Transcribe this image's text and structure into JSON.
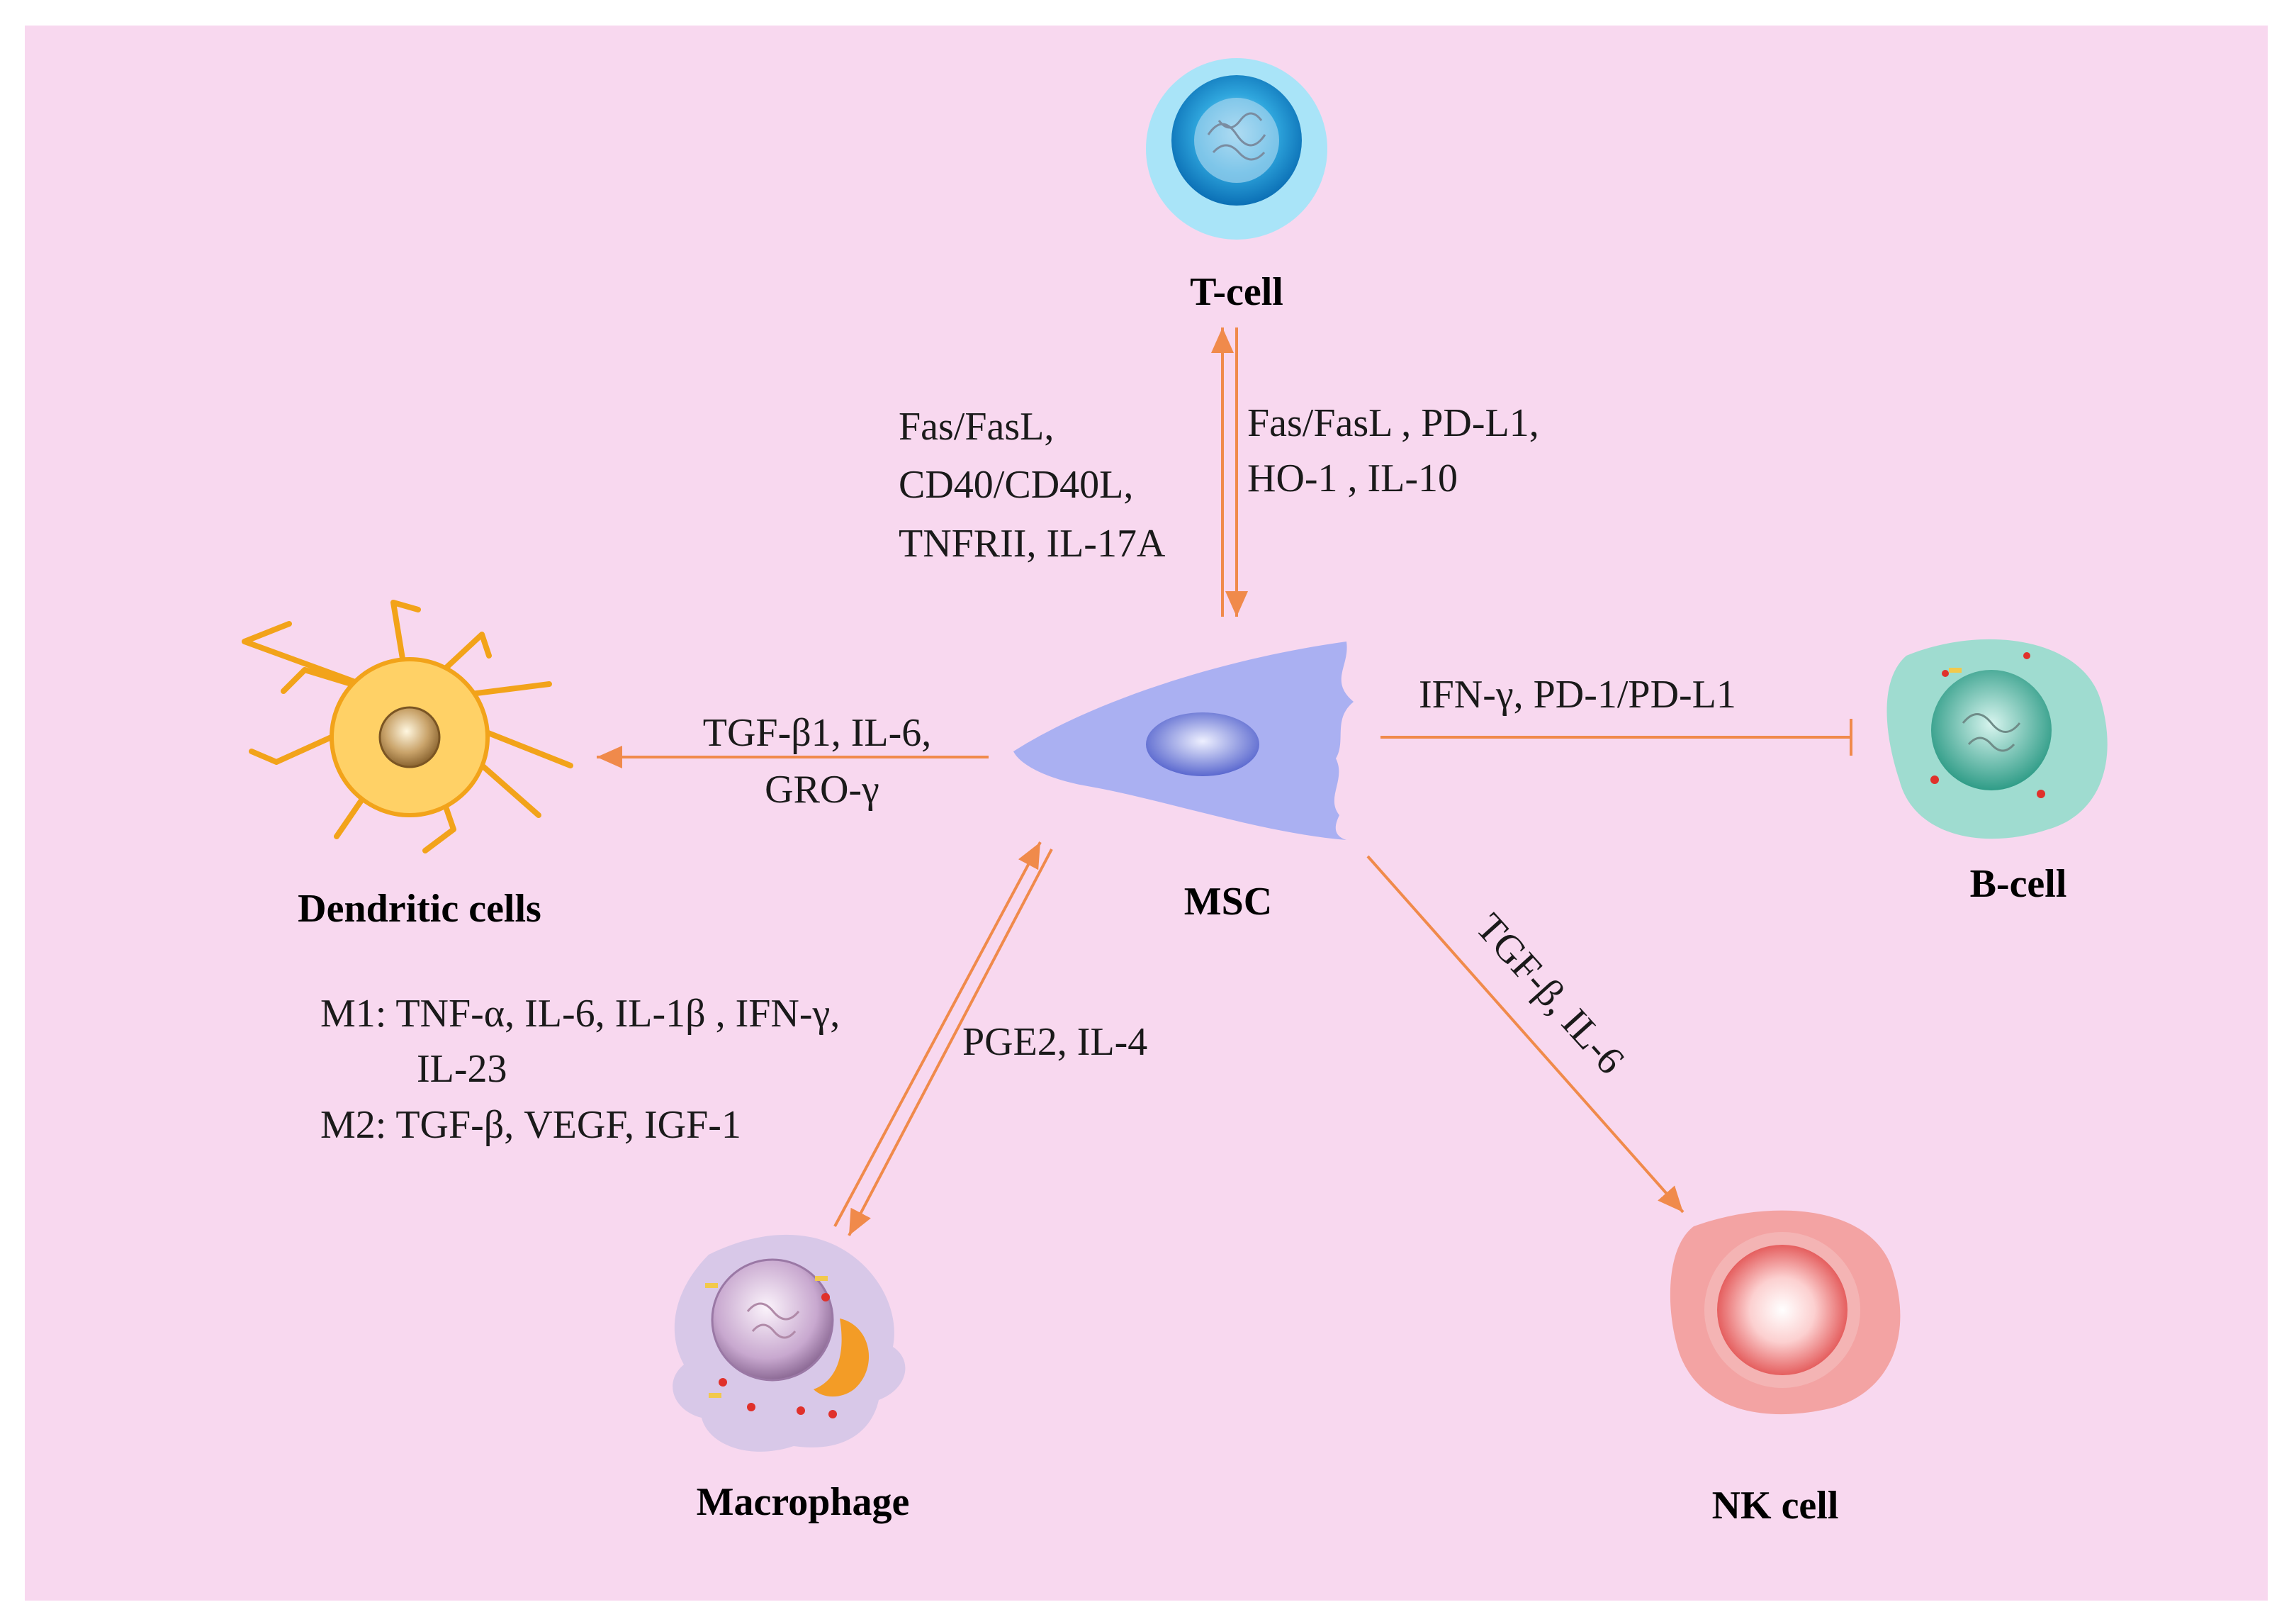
{
  "cells": {
    "tcell": "T-cell",
    "msc": "MSC",
    "dendritic": "Dendritic  cells",
    "bcell": "B-cell",
    "macrophage": "Macrophage",
    "nkcell": "NK cell"
  },
  "labels": {
    "tcell_left": [
      "Fas/FasL,",
      "CD40/CD40L,",
      "TNFRII,  IL-17A"
    ],
    "tcell_right": [
      "Fas/FasL , PD-L1,",
      "HO-1 , IL-10"
    ],
    "dendritic": [
      "TGF-β1, IL-6,",
      "GRO-γ"
    ],
    "bcell": "IFN-γ,  PD-1/PD-L1",
    "nkcell": "TGF-β, IL-6",
    "macrophage_m1_line1": "M1: TNF-α, IL-6, IL-1β , IFN-γ,",
    "macrophage_m1_line2": "IL-23",
    "macrophage_m2": "M2: TGF-β, VEGF, IGF-1",
    "macrophage_right": "PGE2, IL-4"
  },
  "colors": {
    "background": "#f8d8ef",
    "arrow": "#f08a4b",
    "tcell": "#5fc3ea",
    "msc": "#aab0f2",
    "dendritic": "#f7b733",
    "bcell": "#9fdcd0",
    "macrophage": "#d8c8e8",
    "nkcell": "#f3a3a3"
  }
}
